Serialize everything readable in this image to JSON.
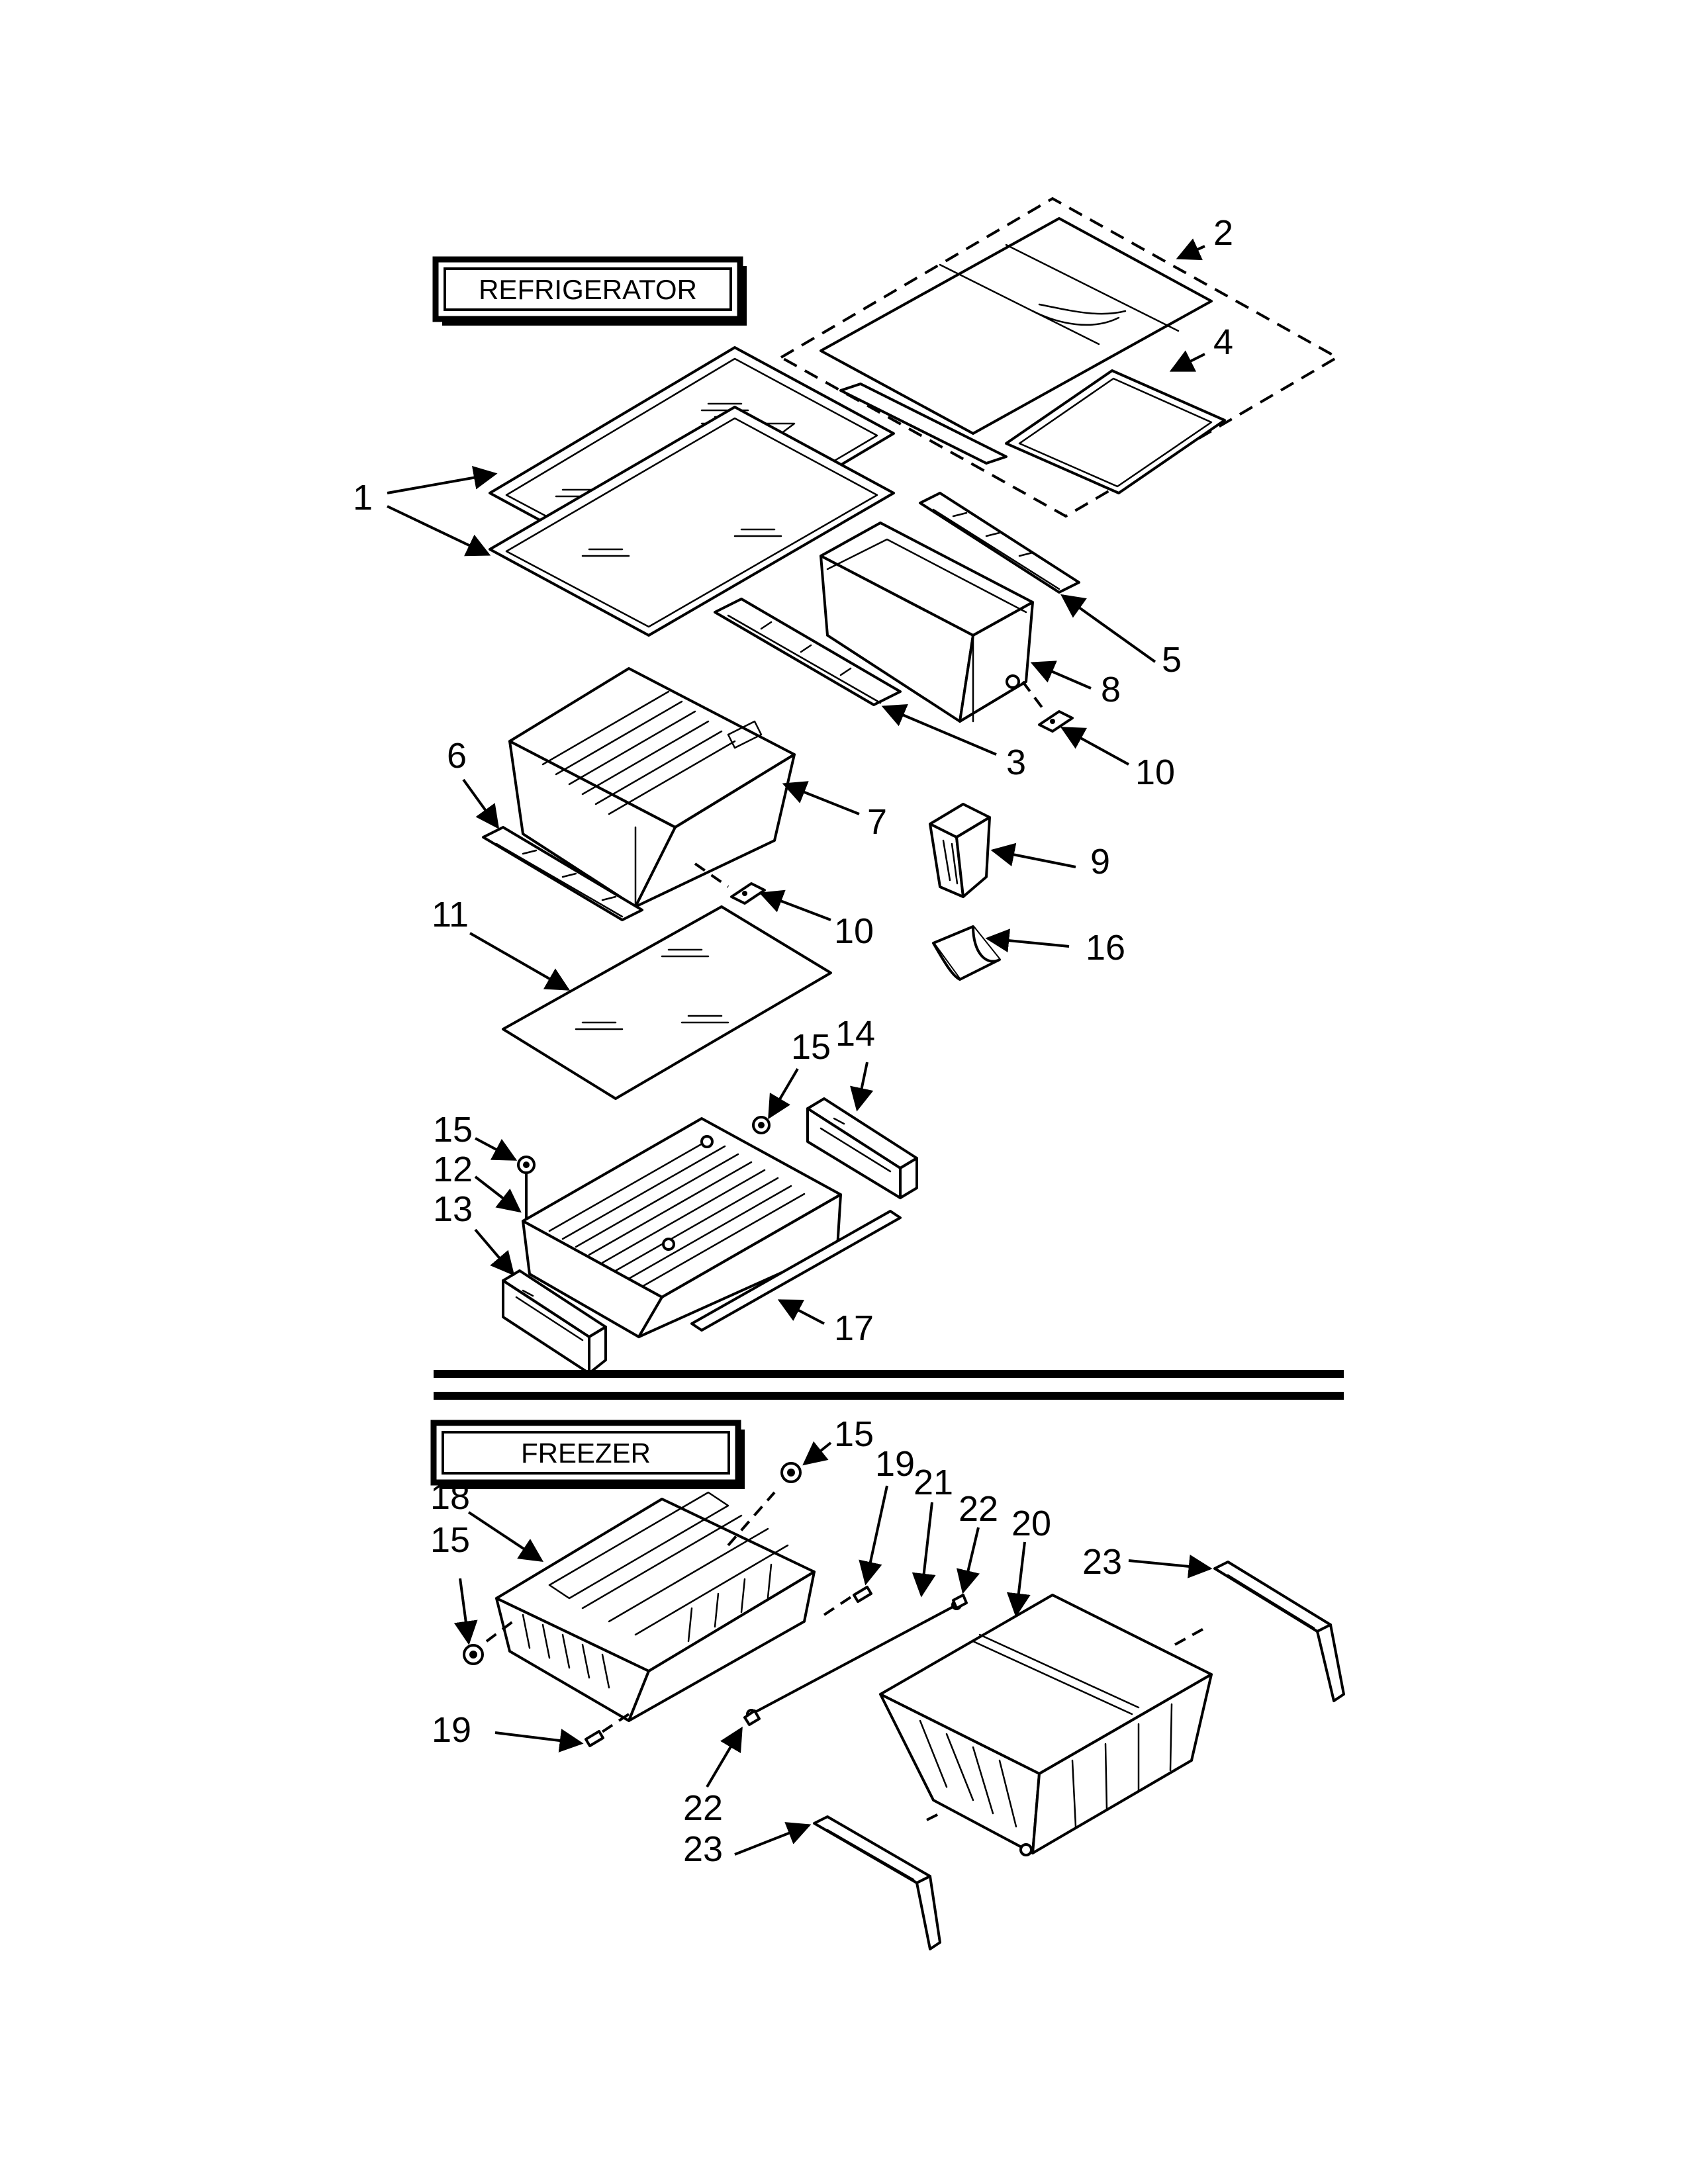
{
  "sections": {
    "refrigerator": "REFRIGERATOR",
    "freezer": "FREEZER"
  },
  "callouts": {
    "c1": "1",
    "c2": "2",
    "c3": "3",
    "c4": "4",
    "c5": "5",
    "c6": "6",
    "c7": "7",
    "c8": "8",
    "c9": "9",
    "c10a": "10",
    "c10b": "10",
    "c11": "11",
    "c12": "12",
    "c13": "13",
    "c14": "14",
    "c15a": "15",
    "c15b": "15",
    "c15c": "15",
    "c15d": "15",
    "c16": "16",
    "c17": "17",
    "c18": "18",
    "c19a": "19",
    "c19b": "19",
    "c20": "20",
    "c21": "21",
    "c22a": "22",
    "c22b": "22",
    "c23a": "23",
    "c23b": "23"
  }
}
